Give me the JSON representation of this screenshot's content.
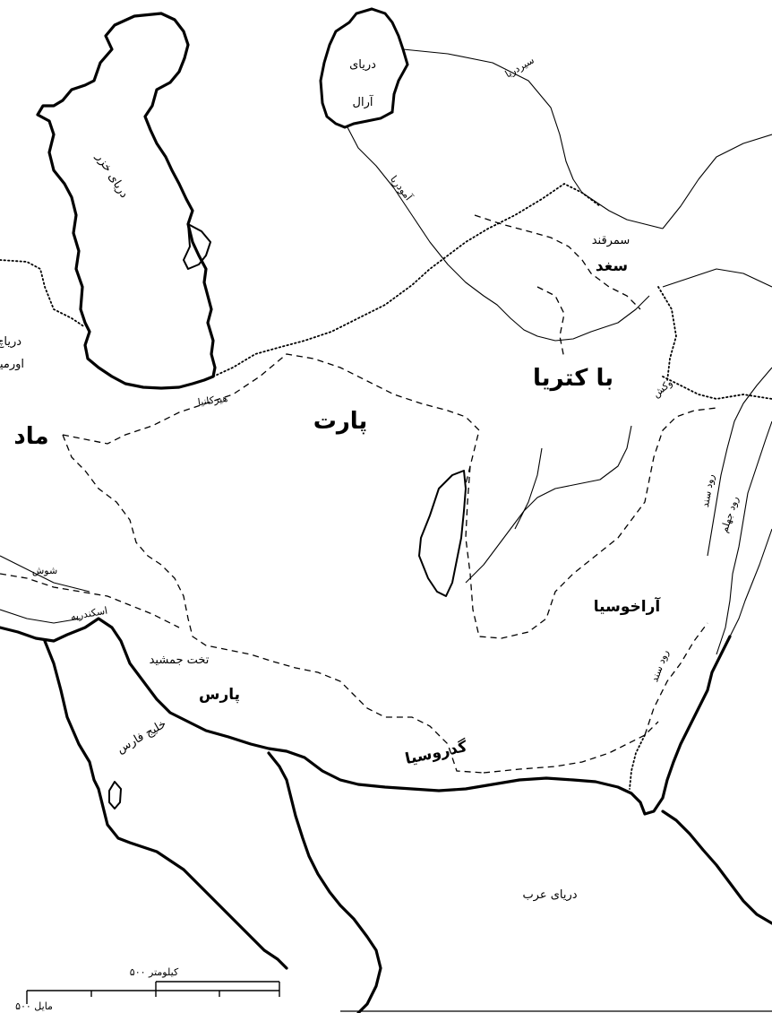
{
  "regions": {
    "parth": "پارت",
    "bactria": "با کتریا",
    "sogd": "سغد",
    "arachosia": "آراخوسیا",
    "pars": "پارس",
    "gedrosia": "گدروسیا",
    "media_partial": "ماد"
  },
  "seas": {
    "caspian": "دریای خزر",
    "aral_line1": "دریای",
    "aral_line2": "آرال",
    "arabian": "دریای عرب",
    "persian_gulf": "خلیج فارس",
    "urmia_line1": "دریاچ",
    "urmia_line2": "اورمیه"
  },
  "rivers": {
    "syrdarya": "سیردریا",
    "amudarya": "آمودریا",
    "sind_upper": "رود سند",
    "jhelum": "رود جهلم",
    "sind_lower": "رود سند"
  },
  "cities": {
    "samarkand": "سمرقند",
    "hyrcania": "هیرکانیا",
    "susa": "شوش",
    "alexandria": "اسکندریه",
    "persepolis": "تخت جمشید",
    "bactra": "وکش"
  },
  "scale": {
    "km": "۵۰۰ کیلومتر",
    "mi": "۵۰۰ مایل"
  }
}
